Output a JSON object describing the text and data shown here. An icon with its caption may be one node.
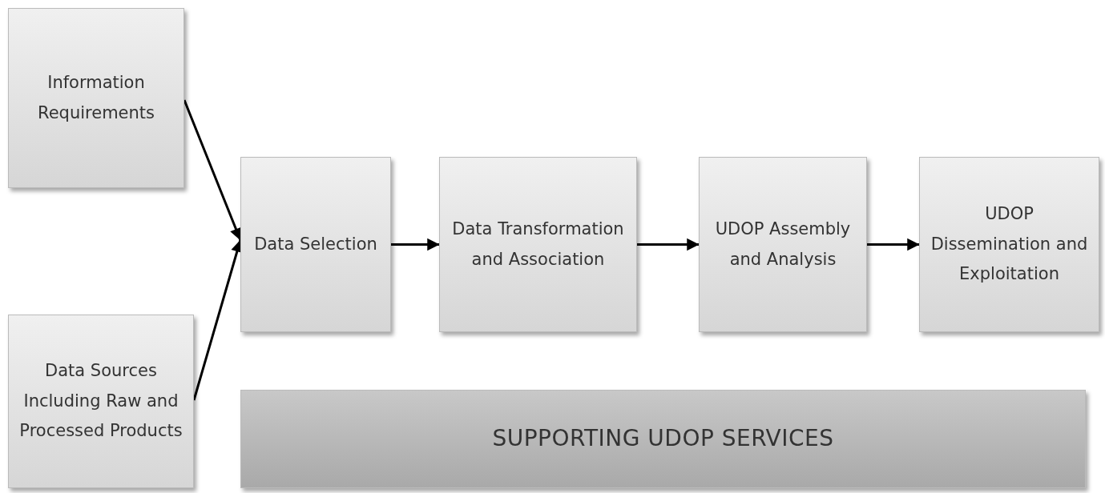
{
  "diagram": {
    "nodes": [
      {
        "text": [
          "Information Requirements"
        ]
      },
      {
        "text": [
          "Data Sources Including Raw and Processed Products"
        ]
      },
      {
        "text": [
          "Data Selection"
        ]
      },
      {
        "text": [
          "Data Transformation and Association"
        ]
      },
      {
        "text": [
          "UDOP Assembly and Analysis"
        ]
      },
      {
        "text": [
          "UDOP Dissemination and Exploitation"
        ]
      },
      {
        "text": [
          "SUPPORTING UDOP SERVICES"
        ]
      }
    ],
    "edges": [
      {
        "from": 0,
        "to": 2,
        "arrow": "to"
      },
      {
        "from": 1,
        "to": 2,
        "arrow": "to"
      },
      {
        "from": 2,
        "to": 3,
        "arrow": "to"
      },
      {
        "from": 3,
        "to": 4,
        "arrow": "to"
      },
      {
        "from": 4,
        "to": 5,
        "arrow": "to"
      }
    ]
  }
}
